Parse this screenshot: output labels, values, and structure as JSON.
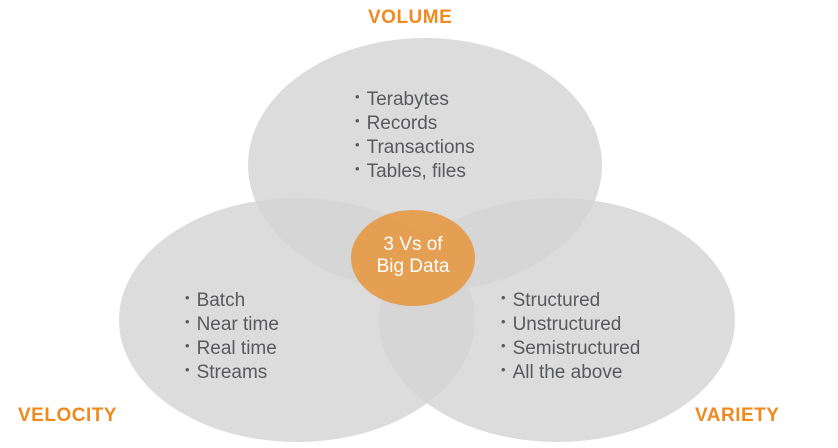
{
  "volume": {
    "title": "VOLUME",
    "items": [
      "Terabytes",
      "Records",
      "Transactions",
      "Tables, files"
    ]
  },
  "velocity": {
    "title": "VELOCITY",
    "items": [
      "Batch",
      "Near time",
      "Real time",
      "Streams"
    ]
  },
  "variety": {
    "title": "VARIETY",
    "items": [
      "Structured",
      "Unstructured",
      "Semistructured",
      "All the above"
    ]
  },
  "center": {
    "line1": "3 Vs of",
    "line2": "Big Data"
  },
  "colors": {
    "circle": "#dcdcdd",
    "accent": "#ef8a1f",
    "center": "#e59a46",
    "text": "#58595b"
  }
}
